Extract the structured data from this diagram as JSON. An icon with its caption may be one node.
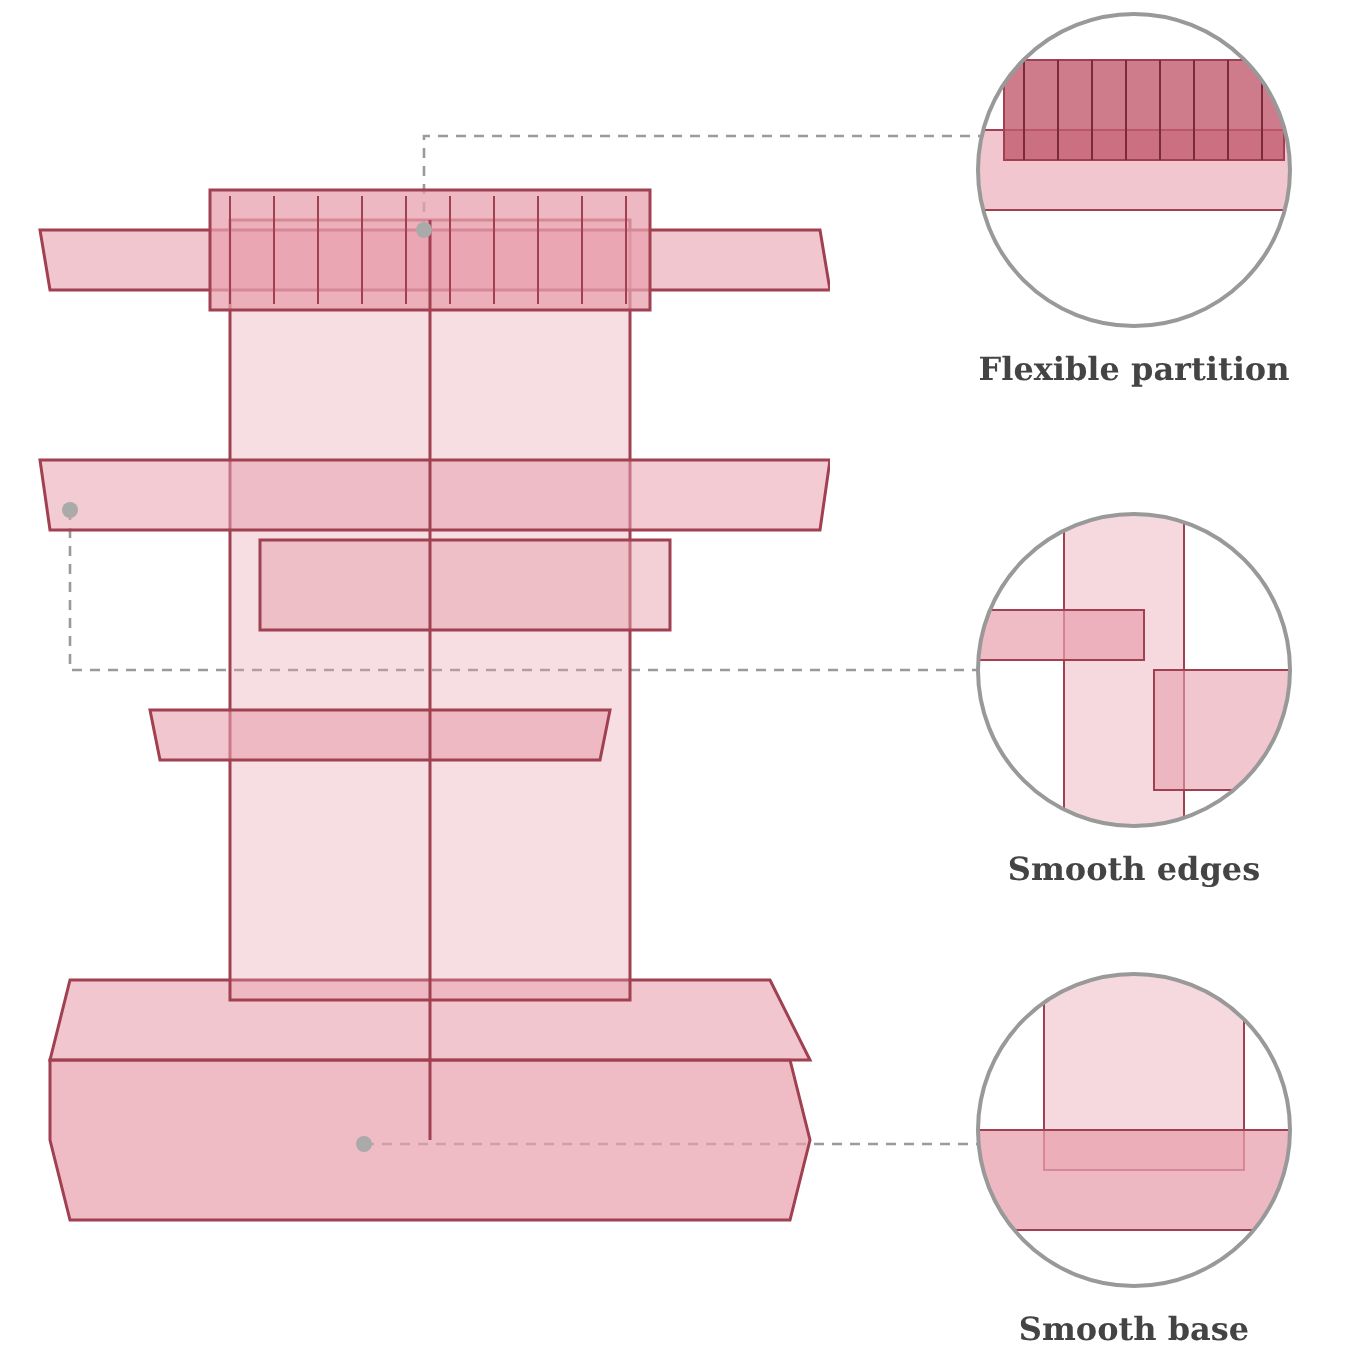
{
  "diagram": {
    "nodes": [
      {
        "text": [],
        "shape": "picture"
      },
      {
        "text": [
          "Flexible partition"
        ]
      },
      {
        "text": [
          "Smooth edges"
        ]
      },
      {
        "text": [
          "Smooth base"
        ]
      }
    ],
    "edges": [
      {
        "from": 0,
        "to": 1,
        "arrow": "none",
        "style": "dashed"
      },
      {
        "from": 0,
        "to": 2,
        "arrow": "none",
        "style": "dashed"
      },
      {
        "from": 0,
        "to": 3,
        "arrow": "none",
        "style": "dashed"
      }
    ]
  }
}
